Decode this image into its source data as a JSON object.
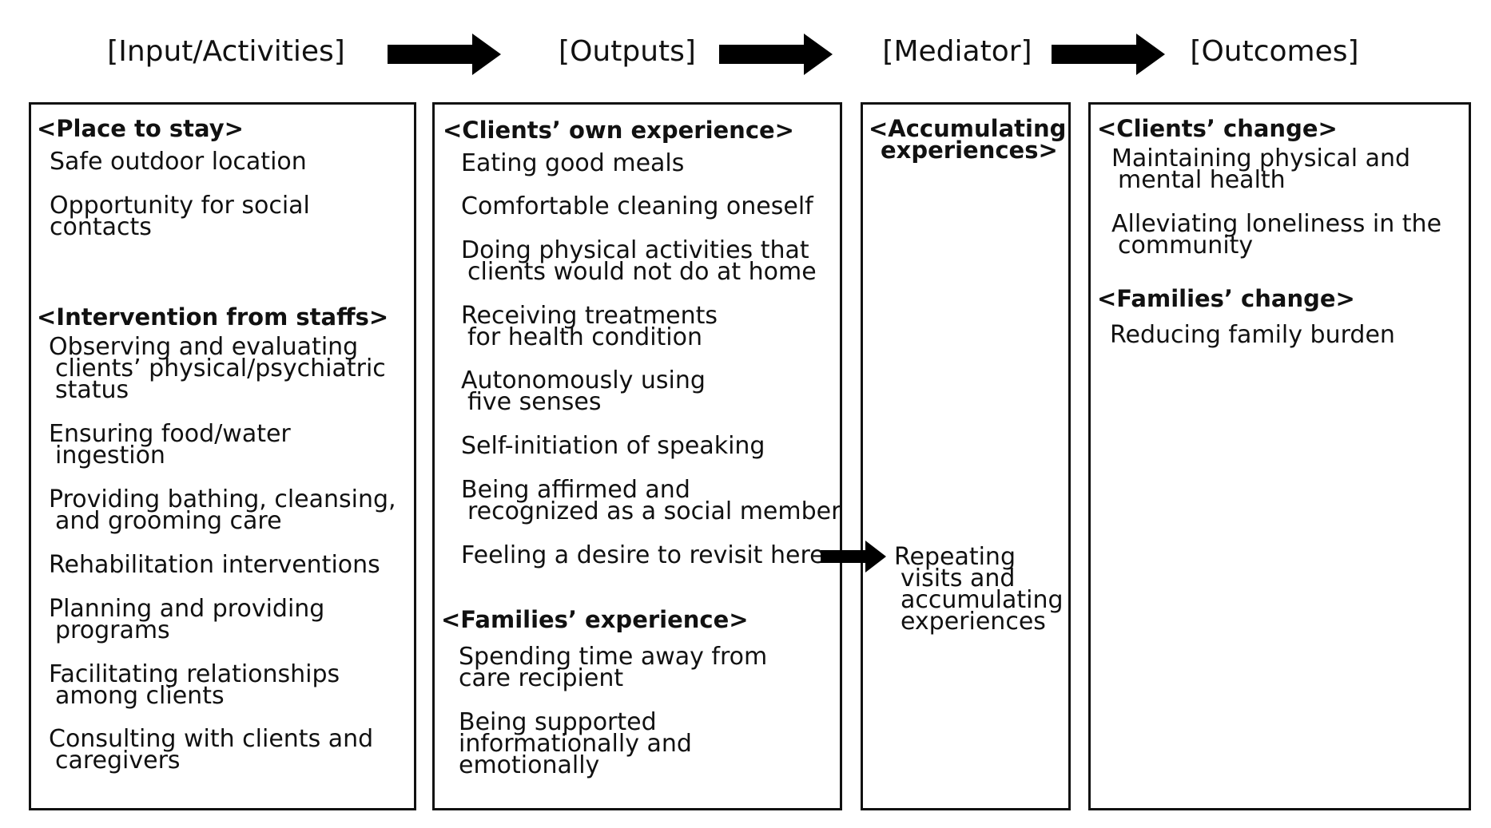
{
  "headers": {
    "input": "[Input/Activities]",
    "outputs": "[Outputs]",
    "mediator": "[Mediator]",
    "outcomes": "[Outcomes]"
  },
  "input": {
    "place_heading": "<Place to stay>",
    "place_items": [
      [
        "Safe outdoor location"
      ],
      [
        "Opportunity for social",
        "contacts"
      ]
    ],
    "staff_heading": "<Intervention from staffs>",
    "staff_items": [
      [
        "Observing and evaluating",
        "clients’ physical/psychiatric",
        "status"
      ],
      [
        "Ensuring food/water",
        "ingestion"
      ],
      [
        "Providing bathing, cleansing,",
        "and grooming care"
      ],
      [
        "Rehabilitation interventions"
      ],
      [
        "Planning and providing",
        "programs"
      ],
      [
        "Facilitating relationships",
        "among clients"
      ],
      [
        "Consulting with clients and",
        "caregivers"
      ]
    ]
  },
  "outputs": {
    "clients_heading": "<Clients’ own experience>",
    "clients_items": [
      [
        "Eating good meals"
      ],
      [
        "Comfortable cleaning oneself"
      ],
      [
        "Doing physical activities that",
        "clients would not do at home"
      ],
      [
        "Receiving treatments",
        "for health condition"
      ],
      [
        "Autonomously using",
        "five senses"
      ],
      [
        "Self-initiation of speaking"
      ],
      [
        "Being affirmed and",
        "recognized as a social member"
      ],
      [
        "Feeling a desire to revisit here"
      ]
    ],
    "families_heading": "<Families’ experience>",
    "families_items": [
      [
        "Spending time away from",
        "care recipient"
      ],
      [
        "Being supported",
        "informationally and",
        "emotionally"
      ]
    ]
  },
  "mediator": {
    "heading": [
      "<Accumulating",
      "experiences>"
    ],
    "items": [
      [
        "Repeating",
        "visits and",
        "accumulating",
        "experiences"
      ]
    ]
  },
  "outcomes": {
    "clients_heading": "<Clients’ change>",
    "clients_items": [
      [
        "Maintaining physical and",
        "mental health"
      ],
      [
        "Alleviating  loneliness in the",
        "community"
      ]
    ],
    "families_heading": "<Families’ change>",
    "families_items": [
      [
        "Reducing family burden"
      ]
    ]
  }
}
